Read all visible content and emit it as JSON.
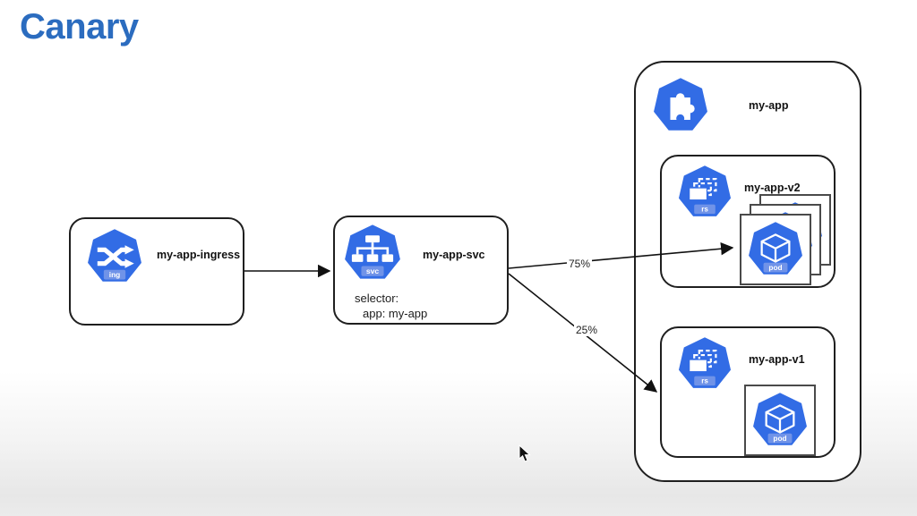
{
  "title": "Canary",
  "colors": {
    "title": "#2B6CBF",
    "k8s_blue": "#326CE5",
    "k8s_label_bg": "#7093E8",
    "line": "#111111"
  },
  "nodes": {
    "ingress": {
      "label": "my-app-ingress",
      "icon": "ingress-icon",
      "icon_label": "ing"
    },
    "service": {
      "label": "my-app-svc",
      "icon": "service-icon",
      "icon_label": "svc",
      "selector": [
        "selector:",
        "app: my-app"
      ]
    },
    "app_group": {
      "label": "my-app",
      "icon": "custom-resource-icon"
    },
    "v2_group": {
      "label": "my-app-v2",
      "icon": "replicaset-icon",
      "icon_label": "rs",
      "pod_count": 3,
      "pod_label": "pod"
    },
    "v1_group": {
      "label": "my-app-v1",
      "icon": "replicaset-icon",
      "icon_label": "rs",
      "pod_count": 1,
      "pod_label": "pod"
    }
  },
  "edges": [
    {
      "from": "my-app-ingress",
      "to": "my-app-svc",
      "label": ""
    },
    {
      "from": "my-app-svc",
      "to": "my-app-v2",
      "label": "75%"
    },
    {
      "from": "my-app-svc",
      "to": "my-app-v1",
      "label": "25%"
    }
  ]
}
